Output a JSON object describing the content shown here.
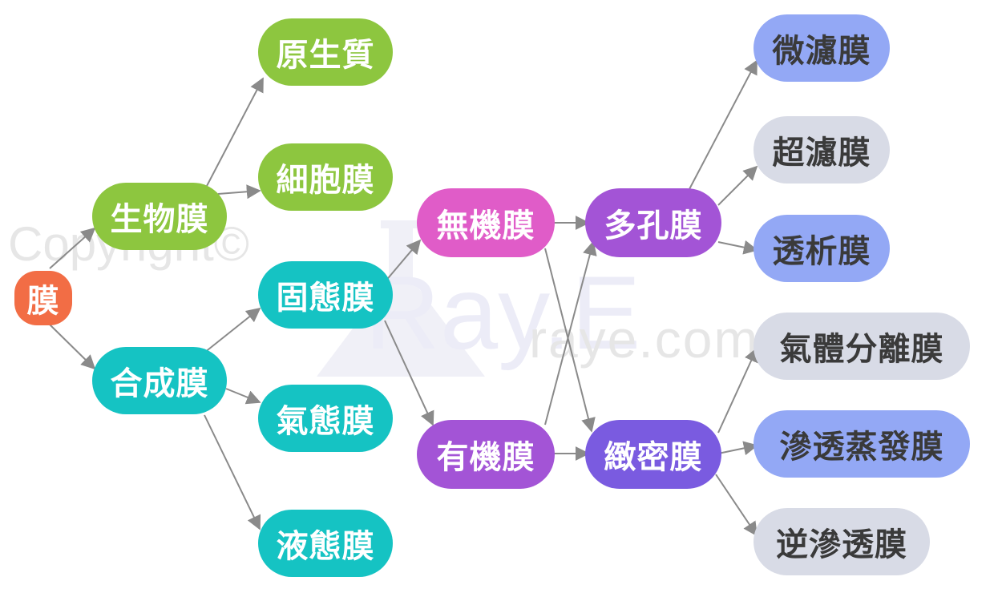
{
  "watermark": {
    "copyright": "Copyright©",
    "logo_text": "Ray.E",
    "url": "raye.com.tw"
  },
  "colors": {
    "root": "#f26d45",
    "green": "#8dc63f",
    "teal": "#15c3c3",
    "magenta": "#e05cc8",
    "purple": "#a354d6",
    "violet": "#7a5be0",
    "blue": "#93a8f5",
    "gray": "#d8dbe6",
    "arrow": "#8a8a8a"
  },
  "nodes": {
    "membrane": "膜",
    "biological": "生物膜",
    "synthetic": "合成膜",
    "protoplasm": "原生質",
    "cell_membrane": "細胞膜",
    "solid_state": "固態膜",
    "gas_state": "氣態膜",
    "liquid_state": "液態膜",
    "inorganic": "無機膜",
    "organic": "有機膜",
    "porous": "多孔膜",
    "dense": "緻密膜",
    "microfiltration": "微濾膜",
    "ultrafiltration": "超濾膜",
    "dialysis": "透析膜",
    "gas_separation": "氣體分離膜",
    "pervaporation": "滲透蒸發膜",
    "reverse_osmosis": "逆滲透膜"
  }
}
